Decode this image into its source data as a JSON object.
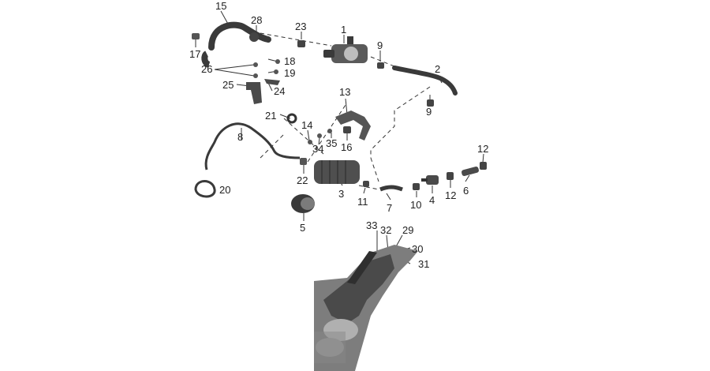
{
  "diagram": {
    "part_labels": {
      "p1": "1",
      "p2": "2",
      "p3": "3",
      "p4": "4",
      "p5": "5",
      "p6": "6",
      "p7": "7",
      "p8": "8",
      "p9a": "9",
      "p9b": "9",
      "p10": "10",
      "p11": "11",
      "p12a": "12",
      "p12b": "12",
      "p13": "13",
      "p14": "14",
      "p15": "15",
      "p16": "16",
      "p17": "17",
      "p18": "18",
      "p19": "19",
      "p20": "20",
      "p21": "21",
      "p22": "22",
      "p23": "23",
      "p24": "24",
      "p25": "25",
      "p26": "26",
      "p28": "28",
      "p29": "29",
      "p30": "30",
      "p31": "31",
      "p32": "32",
      "p33": "33",
      "p34": "34",
      "p35": "35"
    },
    "colors": {
      "line": "#222222",
      "part_dark": "#3a3a3a",
      "part_mid": "#8c8c8c",
      "part_light": "#d6d6d6",
      "photo_dark": "#4a4a4a",
      "photo_mid": "#7d7d7d",
      "photo_light": "#b8b8b8"
    }
  }
}
